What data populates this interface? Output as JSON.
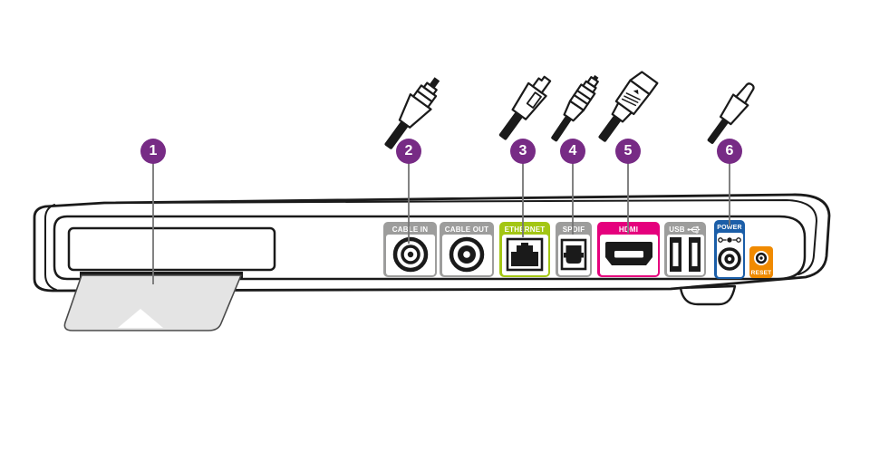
{
  "colors": {
    "outline": "#1a1a1a",
    "label_gray": "#9D9D9C",
    "ethernet_green": "#A3C614",
    "hdmi_magenta": "#E5007D",
    "power_blue": "#1B5EA8",
    "reset_orange": "#F08A00",
    "callout_purple": "#772B85",
    "card_gray": "#E4E4E4",
    "leader_line_gray": "#757575"
  },
  "callouts": [
    {
      "number": "1",
      "target": "smartcard-slot"
    },
    {
      "number": "2",
      "target": "cable-in-port"
    },
    {
      "number": "3",
      "target": "ethernet-port"
    },
    {
      "number": "4",
      "target": "spdif-port"
    },
    {
      "number": "5",
      "target": "hdmi-port"
    },
    {
      "number": "6",
      "target": "power-port"
    }
  ],
  "ports": [
    {
      "label": "CABLE IN",
      "color": "#9D9D9C",
      "icon": "coax-in-jack-icon"
    },
    {
      "label": "CABLE OUT",
      "color": "#9D9D9C",
      "icon": "coax-out-jack-icon"
    },
    {
      "label": "ETHERNET",
      "color": "#A3C614",
      "icon": "rj45-jack-icon"
    },
    {
      "label": "SPDIF",
      "color": "#9D9D9C",
      "icon": "optical-jack-icon"
    },
    {
      "label": "HDMI",
      "color": "#E5007D",
      "icon": "hdmi-jack-icon"
    },
    {
      "label": "USB",
      "color": "#9D9D9C",
      "icon": "usb-double-port-icon"
    },
    {
      "label": "POWER",
      "color": "#1B5EA8",
      "icon": "dc-barrel-jack-icon"
    },
    {
      "label": "RESET",
      "color": "#F08A00",
      "icon": "reset-button-icon"
    }
  ],
  "connectors": [
    {
      "for_callout": "2",
      "icon": "coax-cable-connector-icon"
    },
    {
      "for_callout": "3",
      "icon": "ethernet-cable-connector-icon"
    },
    {
      "for_callout": "4",
      "icon": "optical-cable-connector-icon"
    },
    {
      "for_callout": "5",
      "icon": "hdmi-cable-connector-icon"
    },
    {
      "for_callout": "6",
      "icon": "power-cable-connector-icon"
    }
  ]
}
